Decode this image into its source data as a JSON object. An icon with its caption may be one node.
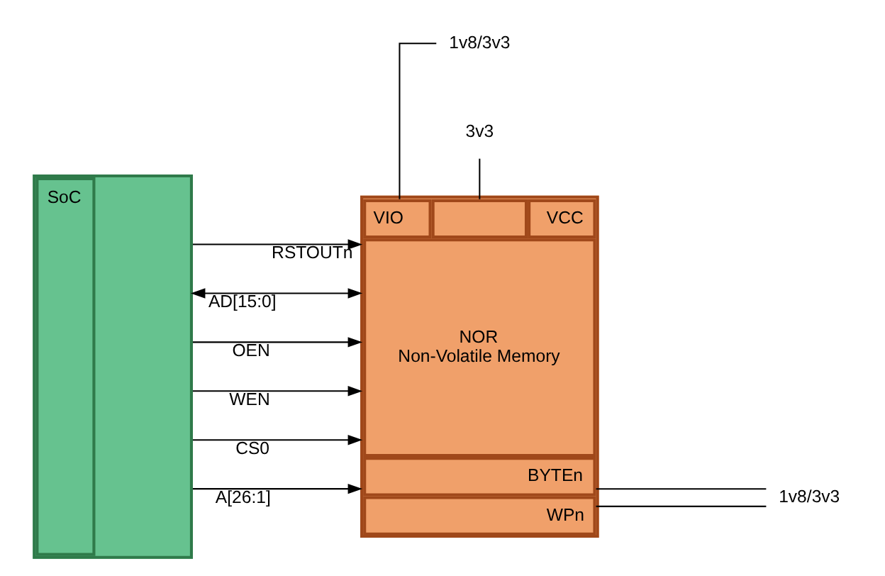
{
  "diagram": {
    "nodes": [
      {
        "text": [
          "SoC"
        ]
      },
      {
        "text": [
          "VIO",
          "VCC",
          "NOR Non-Volatile Memory",
          "BYTEn",
          "WPn"
        ]
      },
      {
        "text": [
          "1v8/3v3"
        ]
      },
      {
        "text": [
          "3v3"
        ]
      },
      {
        "text": [
          "1v8/3v3"
        ]
      }
    ],
    "edges": [
      {
        "from": 0,
        "to": 1,
        "arrow": "to",
        "label": "A[26:1]"
      },
      {
        "from": 0,
        "to": 1,
        "arrow": "to",
        "label": "CS0"
      },
      {
        "from": 0,
        "to": 1,
        "arrow": "to",
        "label": "WEN"
      },
      {
        "from": 0,
        "to": 1,
        "arrow": "to",
        "label": "OEN"
      },
      {
        "from": 0,
        "to": 1,
        "arrow": "both",
        "label": "AD[15:0]"
      },
      {
        "from": 0,
        "to": 1,
        "arrow": "to",
        "label": "RSTOUTn"
      },
      {
        "from": 2,
        "to": 1,
        "arrow": "none"
      },
      {
        "from": 3,
        "to": 1,
        "arrow": "none"
      },
      {
        "from": 4,
        "to": 1,
        "arrow": "none"
      },
      {
        "from": 4,
        "to": 1,
        "arrow": "none"
      }
    ]
  }
}
